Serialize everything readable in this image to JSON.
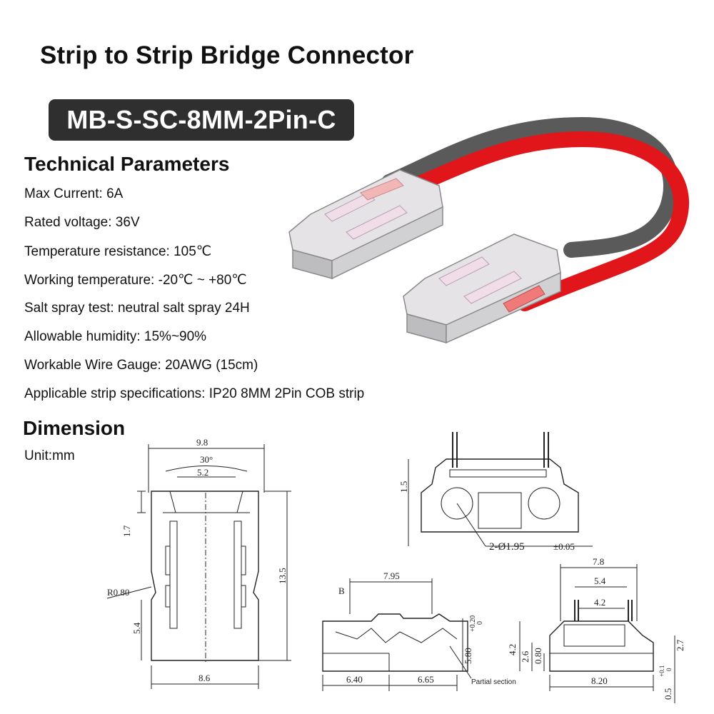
{
  "title": "Strip to Strip Bridge Connector",
  "model": "MB-S-SC-8MM-2Pin-C",
  "tech_heading": "Technical Parameters",
  "params": [
    "Max Current: 6A",
    "Rated voltage: 36V",
    "Temperature resistance: 105℃",
    "Working temperature: -20℃ ~ +80℃",
    "Salt spray test: neutral salt spray 24H",
    "Allowable humidity: 15%~90%",
    "Workable Wire Gauge:  20AWG (15cm)",
    "Applicable strip specifications: IP20 8MM 2Pin COB strip"
  ],
  "dimension_heading": "Dimension",
  "unit": "Unit:mm",
  "drawing": {
    "top_view": {
      "width_top": "9.8",
      "angle": "30°",
      "inner_width": "5.2",
      "h1": "1.7",
      "height": "13.5",
      "radius": "R0.80",
      "h2": "5.4",
      "width_bottom": "8.6"
    },
    "front_view": {
      "h": "1.5",
      "holes": "2-Ø1.95",
      "tol": "±0.05"
    },
    "side_view": {
      "b_mark": "B",
      "top_len": "7.95",
      "h": "5.80",
      "tol_plus": "+0.20",
      "tol_zero": "0",
      "left_len": "6.40",
      "right_len": "6.65",
      "partial": "Partial section"
    },
    "end_view": {
      "w1": "7.8",
      "w2": "5.4",
      "w3": "4.2",
      "h1": "4.2",
      "h2": "2.6",
      "h3": "0.80",
      "h4": "2.7",
      "w4": "8.20",
      "h5": "0.5",
      "tol_plus": "+0.1",
      "tol_zero": "0"
    }
  },
  "colors": {
    "badge_bg": "#2f2f2f",
    "wire_red": "#e0161b",
    "wire_gray": "#5a5a5a",
    "connector_pink": "#f0dde8"
  }
}
